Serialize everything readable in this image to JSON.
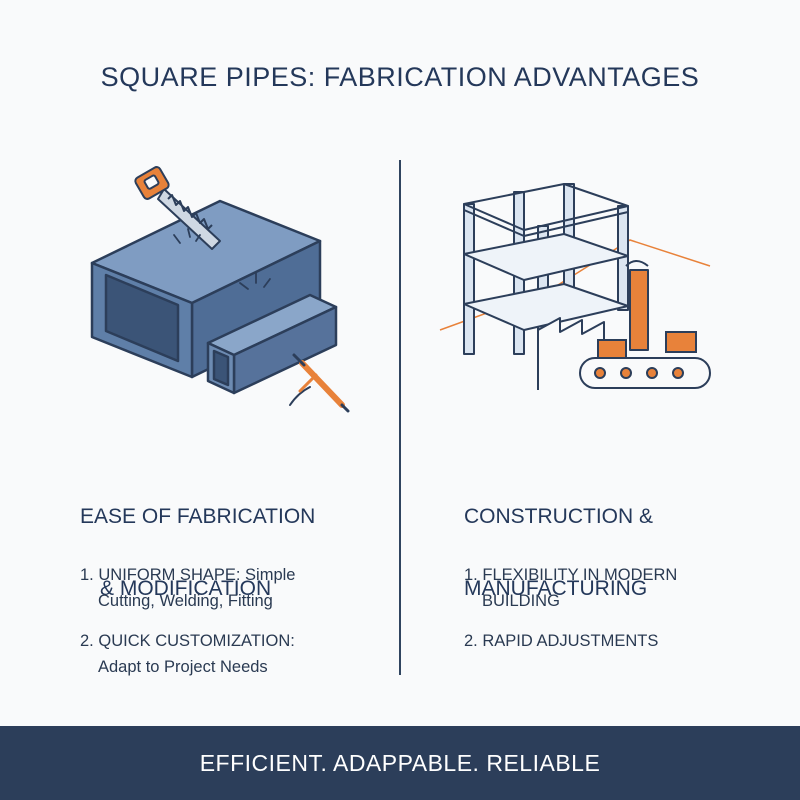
{
  "header": {
    "title": "SQUARE PIPES: FABRICATION ADVANTAGES"
  },
  "left_panel": {
    "icon": "square-pipe-saw-welding",
    "heading_line1": "EASE OF FABRICATION",
    "heading_line2": "& MODIFICATION",
    "items": [
      {
        "num": "1.",
        "line1": "UNIFORM SHAPE: Simple",
        "line2": "Cutting, Welding, Fitting"
      },
      {
        "num": "2.",
        "line1": "QUICK CUSTOMIZATION:",
        "line2": "Adapt to Project Needs"
      }
    ]
  },
  "right_panel": {
    "icon": "building-frame-factory-conveyor",
    "heading_line1": "CONSTRUCTION &",
    "heading_line2": "MANUFACTURING",
    "items": [
      {
        "num": "1.",
        "line1": "FLEXIBILITY IN MODERN",
        "line2": "BUILDING"
      },
      {
        "num": "2.",
        "line1": "RAPID ADJUSTMENTS",
        "line2": ""
      }
    ]
  },
  "footer": {
    "tagline": "EFFICIENT. ADAPPABLE. RELIABLE"
  },
  "colors": {
    "navy": "#2c3e5a",
    "steel_blue": "#5b7aa3",
    "accent_orange": "#e8823a",
    "background": "#f9fafb"
  }
}
